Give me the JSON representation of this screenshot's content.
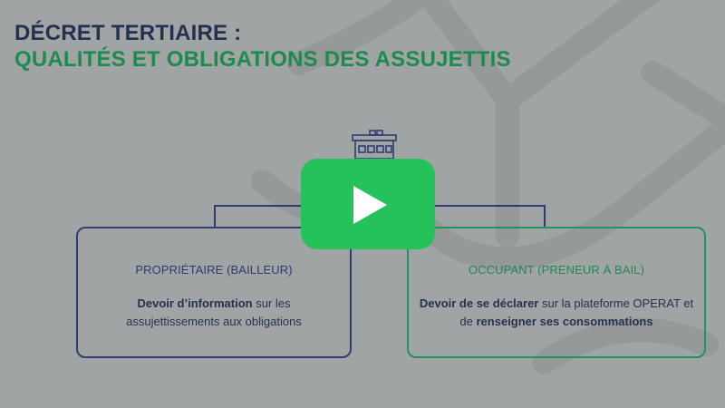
{
  "slide": {
    "title_line1": "DÉCRET TERTIAIRE :",
    "title_line2": "QUALITÉS ET OBLIGATIONS DES ASSUJETTIS"
  },
  "cards": {
    "owner": {
      "title": "PROPRIÉTAIRE (BAILLEUR)",
      "desc_line1_bold": "Devoir d’information",
      "desc_line1_rest": " sur les",
      "desc_line2": "assujettissements aux obligations"
    },
    "occupant": {
      "title": "OCCUPANT (PRENEUR À BAIL)",
      "desc_line1_bold": "Devoir de se déclarer",
      "desc_line1_rest": " sur la plateforme OPERAT et",
      "desc_line2_pre": "de ",
      "desc_line2_bold": "renseigner ses consommations"
    }
  },
  "player": {
    "play_icon": "play-icon"
  },
  "colors": {
    "navy": "#25304f",
    "green": "#1d8a4e",
    "play_green": "#25c15a",
    "overlay_gray": "#a0a4a5"
  }
}
